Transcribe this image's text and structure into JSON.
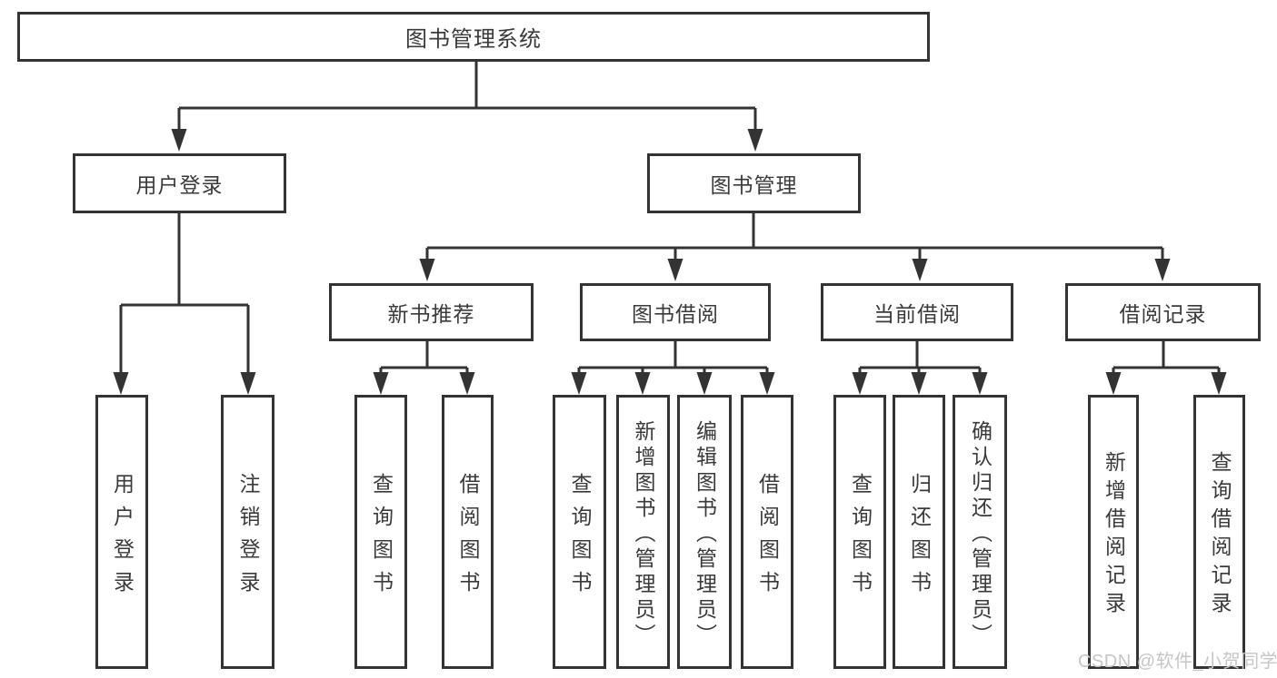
{
  "diagram": {
    "nodes": {
      "root": "图书管理系统",
      "user_login": "用户登录",
      "book_mgmt": "图书管理",
      "new_book_rec": "新书推荐",
      "book_borrow": "图书借阅",
      "current_borrow": "当前借阅",
      "borrow_records": "借阅记录",
      "leaf_user_login": "用户登录",
      "leaf_logout": "注销登录",
      "leaf_rec_query": "查询图书",
      "leaf_rec_borrow": "借阅图书",
      "leaf_bb_query": "查询图书",
      "leaf_bb_add": "新增图书（管理员）",
      "leaf_bb_edit": "编辑图书（管理员）",
      "leaf_bb_borrow": "借阅图书",
      "leaf_cb_query": "查询图书",
      "leaf_cb_return": "归还图书",
      "leaf_cb_confirm": "确认归还（管理员）",
      "leaf_br_add": "新增借阅记录",
      "leaf_br_query": "查询借阅记录"
    },
    "watermark": "CSDN @软件_小贺同学",
    "colors": {
      "line": "#333333",
      "text": "#3a3a3a",
      "watermark": "#c6c6c6",
      "background": "#ffffff"
    }
  }
}
